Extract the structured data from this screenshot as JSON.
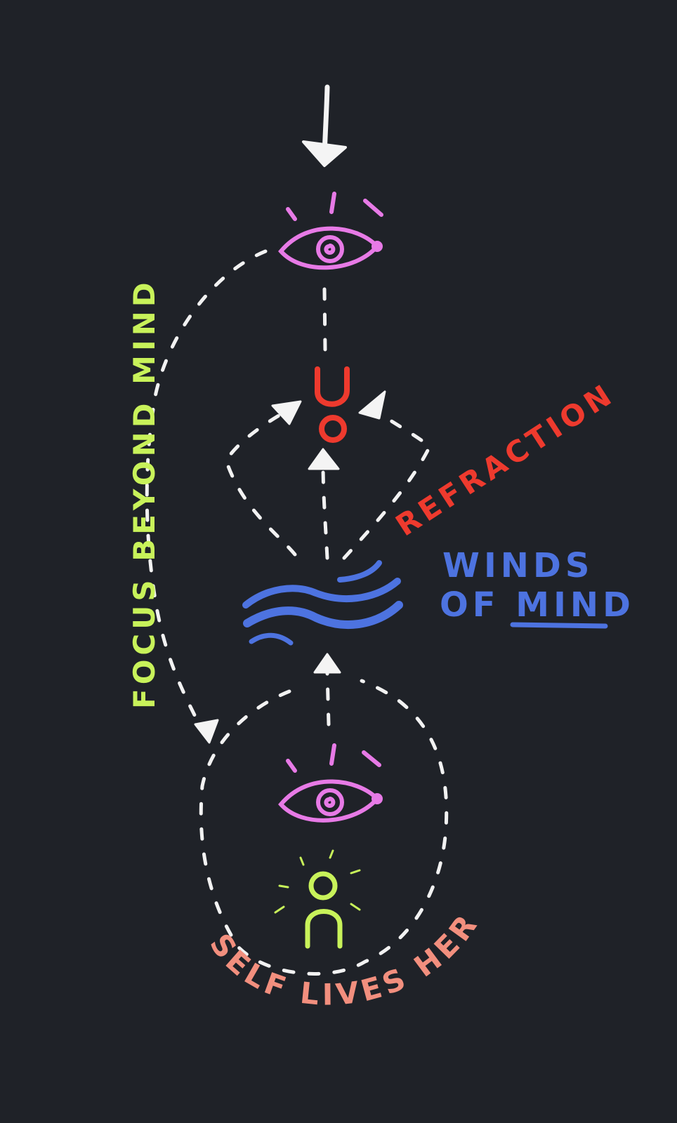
{
  "labels": {
    "focus_beyond_mind": "FOCUS BEYOND MIND",
    "refraction": "REFRACTION",
    "winds_line1": "WINDS",
    "winds_line2": "OF MIND",
    "self_lives_here": "SELF LIVES HERE"
  },
  "colors": {
    "background": "#1f2228",
    "eye": "#e77ae6",
    "u_symbol": "#ee3a2e",
    "refraction_text": "#ee3a2e",
    "winds": "#4d73e0",
    "figure": "#c8f25a",
    "focus_text": "#c8f25a",
    "self_text": "#f28f7e",
    "arrows": "#f4f4f4"
  },
  "icons": [
    "down-arrow-icon",
    "eye-icon",
    "u-symbol-icon",
    "winds-icon",
    "person-icon"
  ]
}
